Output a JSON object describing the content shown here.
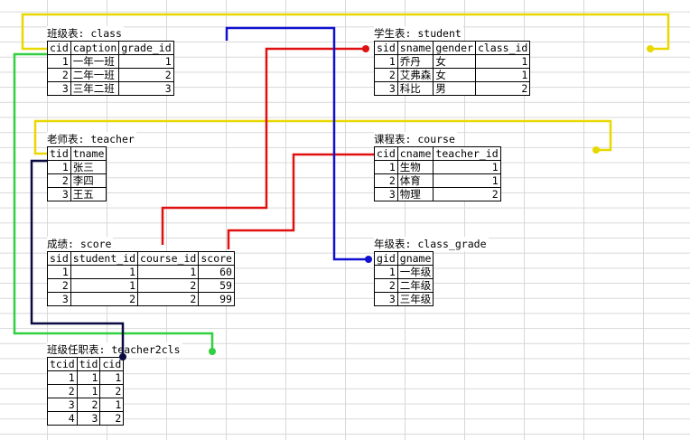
{
  "tables": {
    "class": {
      "title": "班级表: class",
      "headers": [
        "cid",
        "caption",
        "grade_id"
      ],
      "rows": [
        [
          "1",
          "一年一班",
          "1"
        ],
        [
          "2",
          "二年一班",
          "2"
        ],
        [
          "3",
          "三年二班",
          "3"
        ]
      ]
    },
    "student": {
      "title": "学生表: student",
      "headers": [
        "sid",
        "sname",
        "gender",
        "class_id"
      ],
      "rows": [
        [
          "1",
          "乔丹",
          "女",
          "1"
        ],
        [
          "2",
          "艾弗森",
          "女",
          "1"
        ],
        [
          "3",
          "科比",
          "男",
          "2"
        ]
      ]
    },
    "teacher": {
      "title": "老师表: teacher",
      "headers": [
        "tid",
        "tname"
      ],
      "rows": [
        [
          "1",
          "张三"
        ],
        [
          "2",
          "李四"
        ],
        [
          "3",
          "王五"
        ]
      ]
    },
    "course": {
      "title": "课程表: course",
      "headers": [
        "cid",
        "cname",
        "teacher_id"
      ],
      "rows": [
        [
          "1",
          "生物",
          "1"
        ],
        [
          "2",
          "体育",
          "1"
        ],
        [
          "3",
          "物理",
          "2"
        ]
      ]
    },
    "score": {
      "title": "成绩: score",
      "headers": [
        "sid",
        "student_id",
        "course_id",
        "score"
      ],
      "rows": [
        [
          "1",
          "1",
          "1",
          "60"
        ],
        [
          "2",
          "1",
          "2",
          "59"
        ],
        [
          "3",
          "2",
          "2",
          "99"
        ]
      ]
    },
    "class_grade": {
      "title": "年级表: class_grade",
      "headers": [
        "gid",
        "gname"
      ],
      "rows": [
        [
          "1",
          "一年级"
        ],
        [
          "2",
          "二年级"
        ],
        [
          "3",
          "三年级"
        ]
      ]
    },
    "teacher2cls": {
      "title": "班级任职表: teacher2cls",
      "headers": [
        "tcid",
        "tid",
        "cid"
      ],
      "rows": [
        [
          "1",
          "1",
          "1"
        ],
        [
          "2",
          "1",
          "2"
        ],
        [
          "3",
          "2",
          "1"
        ],
        [
          "4",
          "3",
          "2"
        ]
      ]
    }
  },
  "link_colors": {
    "yellow": "#e8d800",
    "red": "#e01010",
    "blue": "#1010d0",
    "green": "#30d040",
    "navy": "#0a0a40"
  }
}
